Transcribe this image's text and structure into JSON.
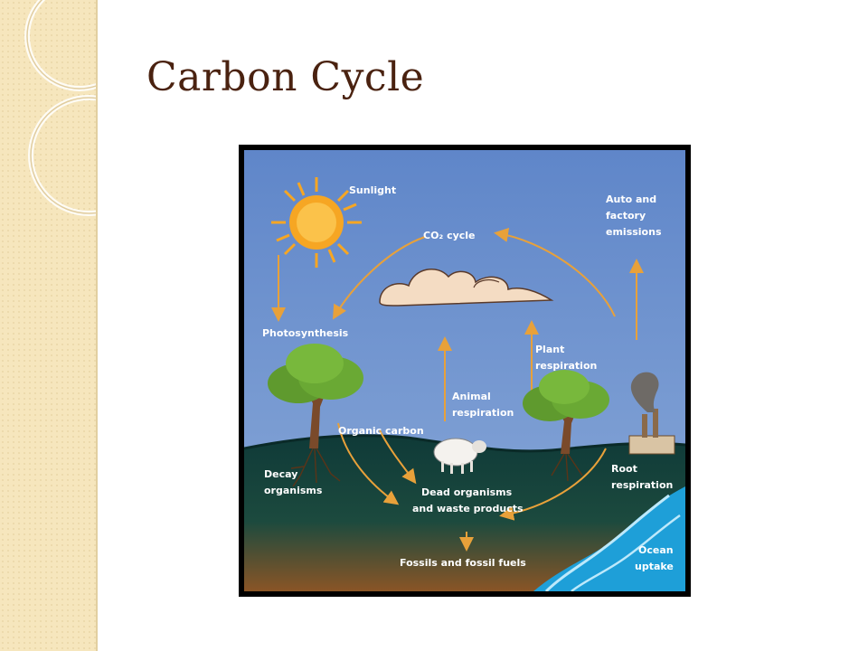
{
  "slide": {
    "title": "Carbon Cycle"
  },
  "diagram": {
    "labels": {
      "sunlight": "Sunlight",
      "co2_cycle": "CO₂ cycle",
      "auto_line1": "Auto and",
      "auto_line2": "factory",
      "auto_line3": "emissions",
      "photosynthesis": "Photosynthesis",
      "plant_resp_line1": "Plant",
      "plant_resp_line2": "respiration",
      "animal_resp_line1": "Animal",
      "animal_resp_line2": "respiration",
      "organic_carbon": "Organic carbon",
      "decay_line1": "Decay",
      "decay_line2": "organisms",
      "dead_line1": "Dead organisms",
      "dead_line2": "and waste products",
      "root_resp_line1": "Root",
      "root_resp_line2": "respiration",
      "fossils": "Fossils and fossil fuels",
      "ocean_line1": "Ocean",
      "ocean_line2": "uptake"
    },
    "colors": {
      "sky": "#6f93cf",
      "ground_dark": "#123c3a",
      "soil": "#7a4a22",
      "arrow": "#e8a13a",
      "sun": "#f6a623",
      "ocean": "#1e9fd8"
    }
  }
}
